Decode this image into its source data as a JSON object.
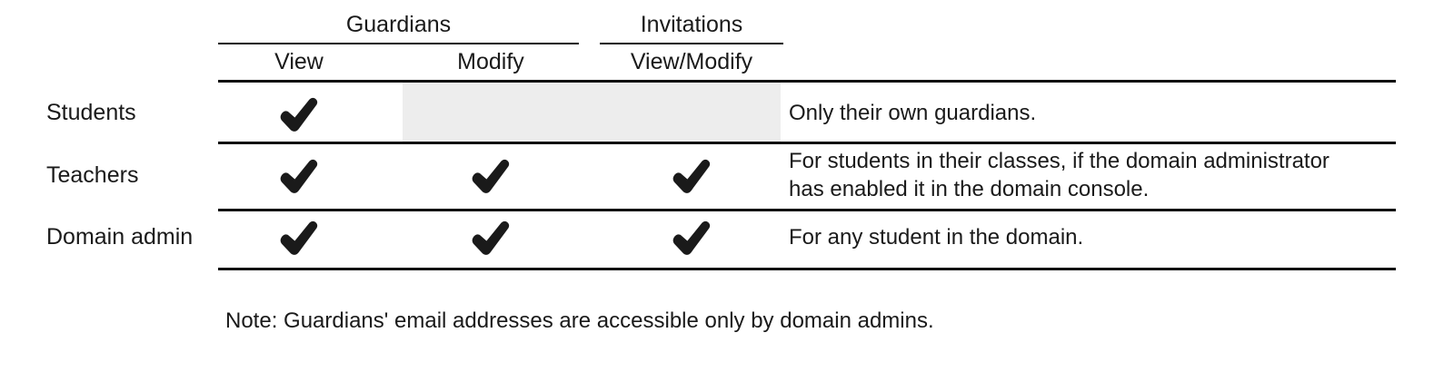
{
  "table": {
    "group_headers": [
      {
        "id": "guardians",
        "label": "Guardians"
      },
      {
        "id": "invitations",
        "label": "Invitations"
      }
    ],
    "column_headers": [
      {
        "id": "view",
        "label": "View"
      },
      {
        "id": "modify",
        "label": "Modify"
      },
      {
        "id": "view-modify",
        "label": "View/Modify"
      }
    ],
    "rows": [
      {
        "id": "students",
        "label": "Students",
        "guardians_view": "check",
        "guardians_modify": "disabled",
        "invitations_view_modify": "none",
        "note": "Only their own guardians."
      },
      {
        "id": "teachers",
        "label": "Teachers",
        "guardians_view": "check",
        "guardians_modify": "check",
        "invitations_view_modify": "check",
        "note_line1": "For students in their classes, if the domain administrator",
        "note_line2": "has enabled it in the domain console."
      },
      {
        "id": "domain-admin",
        "label": "Domain admin",
        "guardians_view": "check",
        "guardians_modify": "check",
        "invitations_view_modify": "check",
        "note": "For any student in the domain."
      }
    ]
  },
  "footnote": "Note: Guardians' email addresses are accessible only by domain admins.",
  "icons": {
    "check": "check-mark-icon"
  },
  "colors": {
    "ink": "#1a1a1a",
    "rule": "#111111",
    "shaded_cell": "#ededed",
    "background": "#ffffff"
  }
}
